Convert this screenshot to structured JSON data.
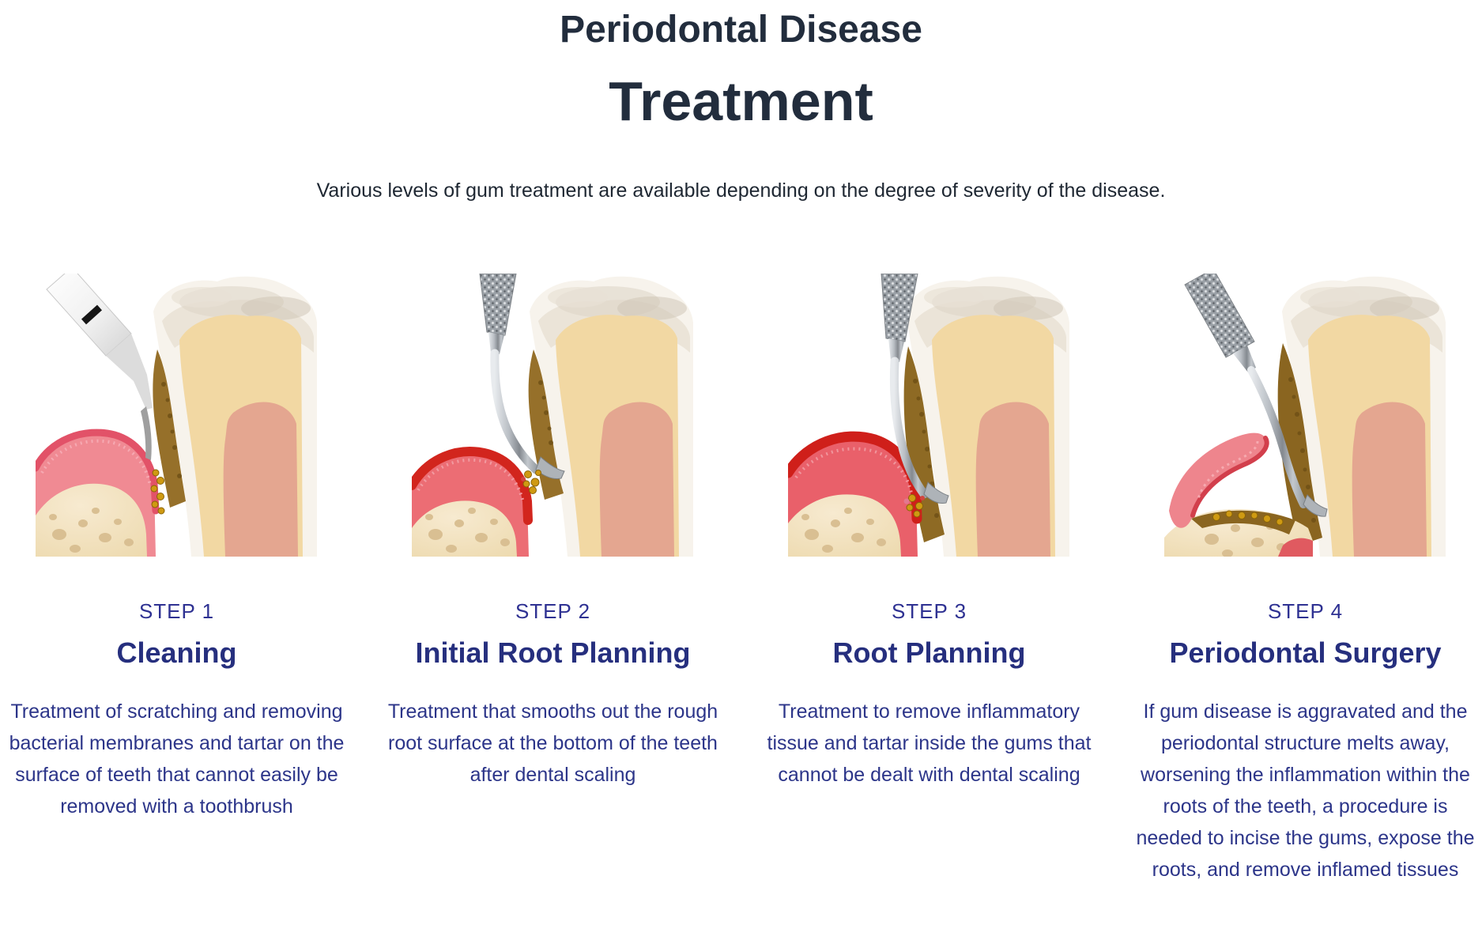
{
  "header": {
    "title_line1": "Periodontal Disease",
    "title_line2": "Treatment",
    "subtitle": "Various levels of gum treatment are available depending on the degree of severity of the disease."
  },
  "colors": {
    "title": "#222d3d",
    "subtitle": "#1e2732",
    "step_label": "#2e3192",
    "heading": "#262f7e",
    "paragraph": "#2c3589",
    "page_background": "#ffffff"
  },
  "steps": [
    {
      "label": "STEP 1",
      "title": "Cleaning",
      "description": "Treatment of scratching and removing bacterial membranes and tartar on the surface of teeth that cannot easily be removed with a toothbrush",
      "illustration": "ultrasonic-scaler-cleaning-tooth-illustration"
    },
    {
      "label": "STEP 2",
      "title": "Initial Root Planning",
      "description": "Treatment that smooths out the rough root surface at the bottom of the teeth after dental scaling",
      "illustration": "curette-scaling-root-surface-illustration"
    },
    {
      "label": "STEP 3",
      "title": "Root Planning",
      "description": "Treatment to remove inflammatory tissue and tartar inside the gums that cannot be dealt with dental scaling",
      "illustration": "curette-deep-root-planing-illustration"
    },
    {
      "label": "STEP 4",
      "title": "Periodontal Surgery",
      "description": "If gum disease is aggravated and the periodontal structure melts away, worsening the inflammation within the roots of the teeth, a procedure is needed to incise the gums, expose the roots, and remove inflamed tissues",
      "illustration": "periodontal-surgery-gum-flap-illustration"
    }
  ]
}
